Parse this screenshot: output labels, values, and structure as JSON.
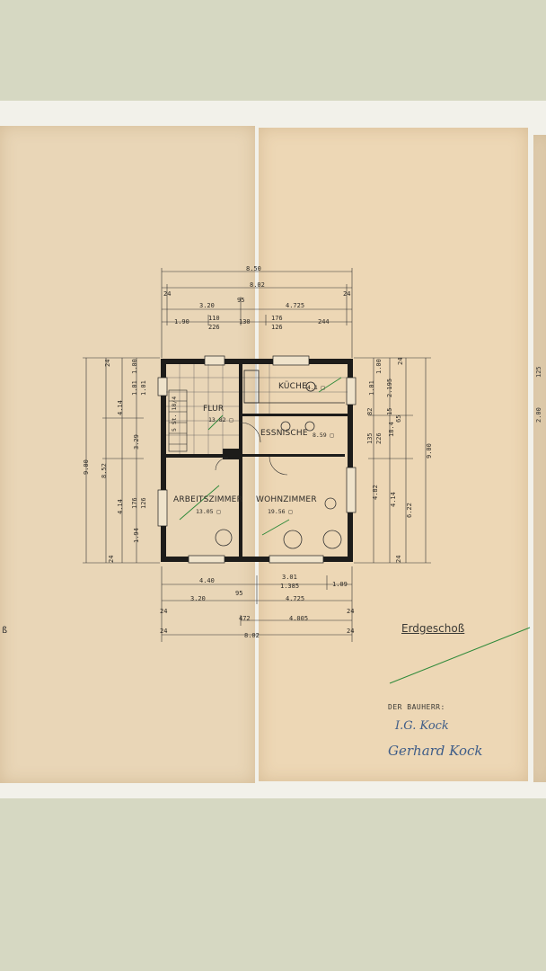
{
  "plan": {
    "floor_title": "Erdgeschoß",
    "owner_label": "DER BAUHERR:",
    "signature_line1": "I.G. Kock",
    "signature_line2": "Gerhard Kock",
    "rooms": {
      "flur": {
        "name": "FLUR",
        "area": "13.82 □"
      },
      "kueche": {
        "name": "KÜCHE",
        "area": "4.1 □"
      },
      "essnische": {
        "name": "ESSNISCHE",
        "area": "8.59 □"
      },
      "arbeitszimmer": {
        "name": "ARBEITSZIMMER",
        "area": "13.05 □"
      },
      "wohnzimmer": {
        "name": "WOHNZIMMER",
        "area": "19.56 □"
      }
    },
    "stair": {
      "label": "5 St. 18/4"
    },
    "dims_top": {
      "overall_a": "8.50",
      "overall_b": "8.02",
      "d24a": "24",
      "d24b": "24",
      "d320": "3.20",
      "d95": "95",
      "d4725": "4.725",
      "d190": "1.90",
      "d110": "110",
      "d226": "226",
      "d130": "130",
      "d176": "176",
      "d126": "126",
      "d244": "244"
    },
    "dims_bottom": {
      "d440": "4.40",
      "d301": "3.01",
      "d1385": "1.385",
      "d95": "95",
      "d109": "1.09",
      "d24a": "24",
      "d320": "3.20",
      "d4725": "4.725",
      "d24b": "24",
      "d472": "472",
      "d4005": "4.005",
      "d24c": "24",
      "d802": "8.02",
      "d24d": "24"
    },
    "dims_left": {
      "d24a": "24",
      "d101a": "1.01",
      "d101b": "1.01",
      "d100": "1.00",
      "d414a": "4.14",
      "d900": "9.00",
      "d852": "8.52",
      "d329": "3.29",
      "d414b": "4.14",
      "d176": "176",
      "d126": "126",
      "d194": "1.94",
      "d24b": "24"
    },
    "dims_right": {
      "d24": "24",
      "d101": "1.01",
      "d100": "1.00",
      "d82": "82",
      "d15": "15",
      "d2195": "2.195",
      "d184": "18.4",
      "d65": "65",
      "d135": "135",
      "d226": "226",
      "d900": "9.00",
      "d482": "4.82",
      "d414": "4.14",
      "d622": "6.22",
      "d24b": "24"
    },
    "edge_fragments": {
      "left": "ß",
      "right_a": "125",
      "right_b": "2.00"
    }
  },
  "colors": {
    "paper": "#e9d6b7",
    "ink": "#1d1c1a",
    "pen_green": "#2f8a3a",
    "pen_blue": "#3f5d88"
  }
}
